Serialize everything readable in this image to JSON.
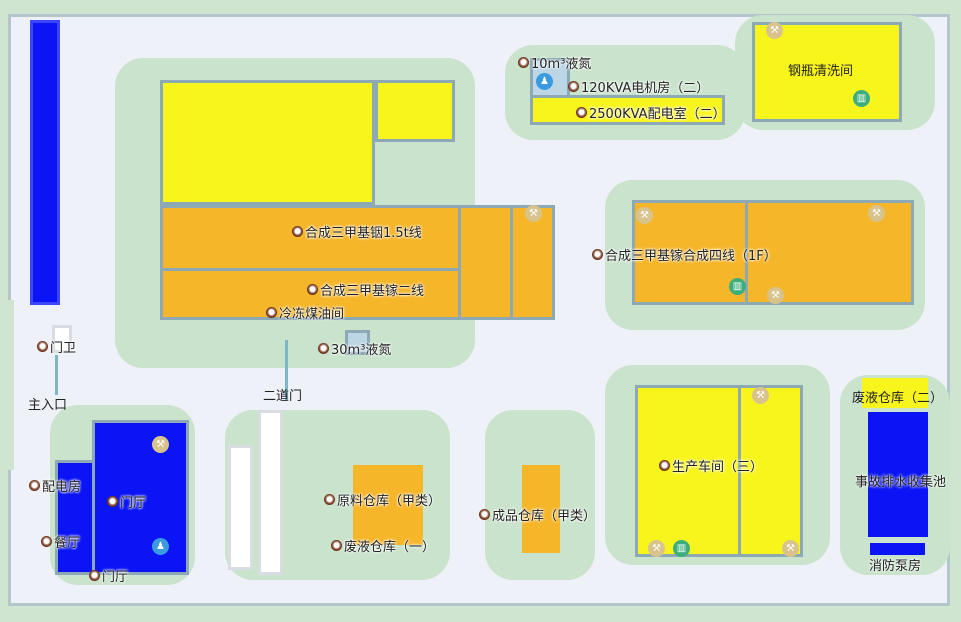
{
  "map": {
    "colors": {
      "yellow": "#f8f51c",
      "orange": "#f6b62a",
      "blue": "#0a14f5",
      "grass": "#c9e3cc",
      "ground": "#eff1f8"
    },
    "labels": {
      "n10m3": "10m³液氮",
      "kva120": "120KVA电机房（二）",
      "kva2500": "2500KVA配电室（二）",
      "bottle": "钢瓶清洗间",
      "line15": "合成三甲基铟1.5t线",
      "line2": "合成三甲基镓二线",
      "coldoil": "冷冻煤油间",
      "n30m3": "30m³液氮",
      "line4": "合成三甲基镓合成四线（1F）",
      "gate": "门卫",
      "main_entry": "主入口",
      "second_gate": "二道门",
      "raw": "原料仓库（甲类）",
      "waste1": "废液仓库（一）",
      "product": "成品仓库（甲类）",
      "workshop3": "生产车间（三）",
      "waste2": "废液仓库（二）",
      "accident": "事故排水收集池",
      "pump": "消防泵房",
      "power": "配电房",
      "lobby1": "门厅",
      "dining": "餐厅",
      "lobby2": "门厅"
    },
    "icons": {
      "poi": "leaf-pin-icon",
      "fire": "fire-extinguisher-icon",
      "toilet": "toilet-icon",
      "stairs": "stairs-icon"
    }
  }
}
